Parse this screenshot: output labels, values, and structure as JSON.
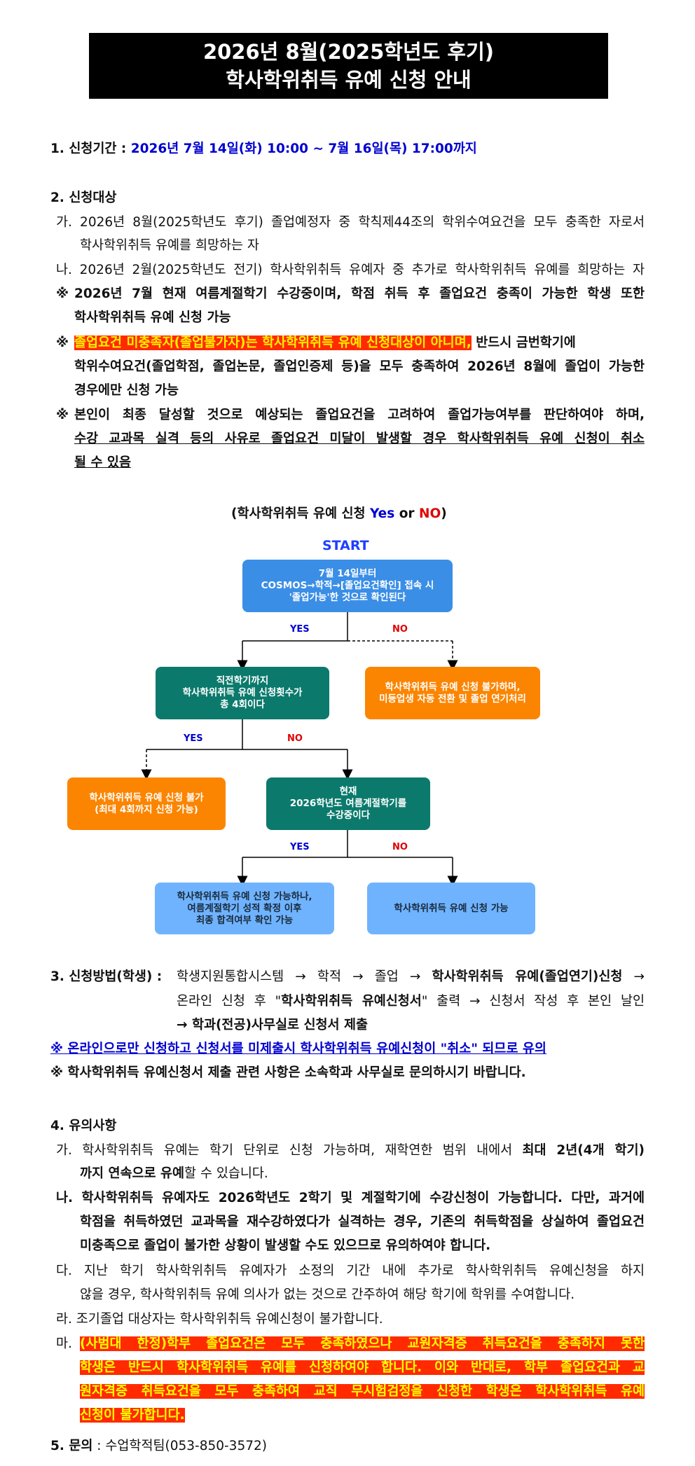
{
  "title": {
    "line1": "2026년 8월(2025학년도 후기)",
    "line2": "학사학위취득 유예 신청 안내"
  },
  "section1": {
    "label": "1. 신청기간 :",
    "value": "2026년 7월 14일(화) 10:00 ~ 7월 16일(목) 17:00까지"
  },
  "section2": {
    "heading": "2. 신청대상",
    "ga_l1": "가. 2026년 8월(2025학년도 후기) 졸업예정자 중 학칙제44조의 학위수여요건을 모두 충족한 자로서",
    "ga_l2": "학사학위취득 유예를 희망하는 자",
    "na": "나. 2026년 2월(2025학년도 전기) 학사학위취득 유예자 중 추가로 학사학위취득 유예를 희망하는 자",
    "note1_mark": "※",
    "note1_l1": "2026년 7월 현재 여름계절학기 수강중이며, 학점 취득 후 졸업요건 충족이 가능한 학생 또한",
    "note1_l2": "학사학위취득 유예 신청 가능",
    "note2_mark": "※",
    "note2_hl": "졸업요건 미충족자(졸업불가자)는 학사학위취득 유예 신청대상이 아니며,",
    "note2_rest": " 반드시 금번학기에",
    "note2_l2": "학위수여요건(졸업학점, 졸업논문, 졸업인증제 등)을 모두 충족하여 2026년 8월에 졸업이 가능한",
    "note2_l3": "경우에만 신청 가능",
    "note3_mark": "※",
    "note3_l1": "본인이 최종 달성할 것으로 예상되는 졸업요건을 고려하여 졸업가능여부를 판단하여야 하며,",
    "note3_l2": "수강 교과목 실격 등의 사유로 졸업요건 미달이 발생할 경우 학사학위취득 유예 신청이 취소",
    "note3_l3": "될 수 있음"
  },
  "flow": {
    "caption_pre": "(학사학위취득 유예 신청 ",
    "caption_yes": "Yes",
    "caption_or": " or ",
    "caption_no": "NO",
    "caption_post": ")",
    "start": "START",
    "box1": "7월 14일부터\nCOSMOS→학적→[졸업요건확인] 접속 시\n'졸업가능'한 것으로 확인된다",
    "box2": "직전학기까지\n학사학위취득 유예 신청횟수가\n총 4회이다",
    "box3": "학사학위취득 유예 신청 불가하며,\n미등업생 자동 전환 및 졸업 연기처리",
    "box4": "학사학위취득 유예 신청 불가\n(최대 4회까지 신청 가능)",
    "box5": "현재\n2026학년도 여름계절학기를\n수강중이다",
    "box6": "학사학위취득 유예 신청 가능하나,\n여름계절학기 성적 확정 이후\n최종 합격여부 확인 가능",
    "box7": "학사학위취득 유예 신청 가능",
    "yes": "YES",
    "no": "NO"
  },
  "section3": {
    "label": "3. 신청방법(학생) :",
    "l1_a": "학생지원통합시스템 → 학적 → 졸업 → ",
    "l1_b": "학사학위취득 유예(졸업연기)신청",
    "l1_c": " →",
    "l2_a": "온라인 신청 후 \"",
    "l2_b": "학사학위취득 유예신청서",
    "l2_c": "\" 출력 → 신청서 작성 후 본인 날인",
    "l3": "→ 학과(전공)사무실로 신청서 제출",
    "note1": "※ 온라인으로만 신청하고 신청서를 미제출시 학사학위취득 유예신청이 \"취소\" 되므로 유의",
    "note2": "※ 학사학위취득 유예신청서 제출 관련 사항은 소속학과 사무실로 문의하시기 바랍니다."
  },
  "section4": {
    "heading": "4. 유의사항",
    "ga_l1_a": "가. 학사학위취득 유예는 학기 단위로 신청 가능하며, 재학연한 범위 내에서 ",
    "ga_l1_b": "최대 2년(4개 학기)",
    "ga_l2_a": "까지 연속으로 유예",
    "ga_l2_b": "할 수 있습니다.",
    "na_l1": "나. 학사학위취득 유예자도 2026학년도 2학기 및 계절학기에 수강신청이 가능합니다. 다만, 과거에",
    "na_l2": "학점을 취득하였던 교과목을 재수강하였다가 실격하는 경우, 기존의 취득학점을 상실하여 졸업요건",
    "na_l3": "미충족으로 졸업이 불가한 상황이 발생할 수도 있으므로 유의하여야 합니다.",
    "da_l1": "다. 지난 학기 학사학위취득 유예자가 소정의 기간 내에 추가로 학사학위취득 유예신청을 하지",
    "da_l2": "않을 경우, 학사학위취득 유예 의사가 없는 것으로 간주하여 해당 학기에 학위를 수여합니다.",
    "ra": "라. 조기졸업 대상자는 학사학위취득 유예신청이 불가합니다.",
    "ma_label": "마.",
    "ma_l1": "(사범대 한정)학부 졸업요건은 모두 충족하였으나 교원자격증 취득요건을 충족하지 못한",
    "ma_l2": "학생은 반드시 학사학위취득 유예를 신청하여야 합니다. 이와 반대로, 학부 졸업요건과 교",
    "ma_l3": "원자격증 취득요건을 모두 충족하여 교직 무시험검정을 신청한 학생은 학사학위취득 유예",
    "ma_l4": "신청이 불가합니다."
  },
  "section5": {
    "label": "5. 문의",
    "value": " : 수업학적팀(053-850-3572)"
  }
}
